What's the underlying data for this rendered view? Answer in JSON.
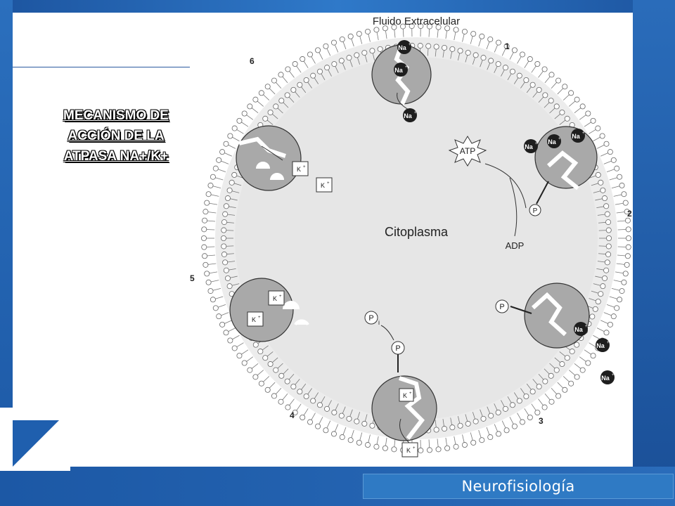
{
  "slide": {
    "title": "MECANISMO DE ACCIÓN DE LA ATPASA NA+/K+",
    "footer": "Neurofisiología"
  },
  "diagram": {
    "top_label": "Fluido Extracelular",
    "center_label": "Citoplasma",
    "step_labels": [
      "1",
      "2",
      "3",
      "4",
      "5",
      "6"
    ],
    "ion_na": "Na",
    "ion_k": "K",
    "ion_charge": "+",
    "atp": "ATP",
    "adp": "ADP",
    "phosphate": "P",
    "phosphate_sub": "i"
  },
  "colors": {
    "frame_blue": "#1f5fae",
    "protein_gray": "#a9a9a9",
    "cytoplasm_gray": "#e6e6e6",
    "na_ion": "#1e1e1e"
  }
}
